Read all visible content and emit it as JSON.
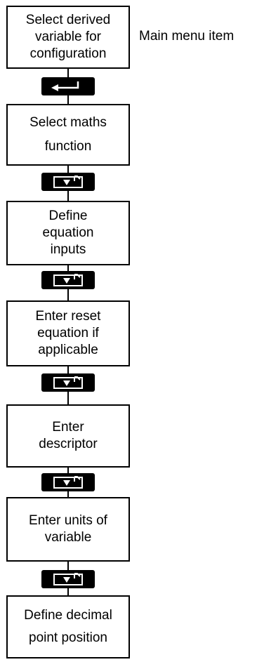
{
  "flow": {
    "steps": [
      {
        "text": "Select derived\nvariable for\nconfiguration"
      },
      {
        "text": "Select maths\nfunction"
      },
      {
        "text": "Define\nequation\ninputs"
      },
      {
        "text": "Enter reset\nequation if\napplicable"
      },
      {
        "text": "Enter\ndescriptor"
      },
      {
        "text": "Enter units of\nvariable"
      },
      {
        "text": "Define decimal\npoint position"
      }
    ],
    "main_menu_label": "Main menu item",
    "key_icons": [
      "enter-key-icon",
      "page-down-key-icon",
      "page-down-key-icon",
      "page-down-key-icon",
      "page-down-key-icon",
      "page-down-key-icon"
    ]
  }
}
